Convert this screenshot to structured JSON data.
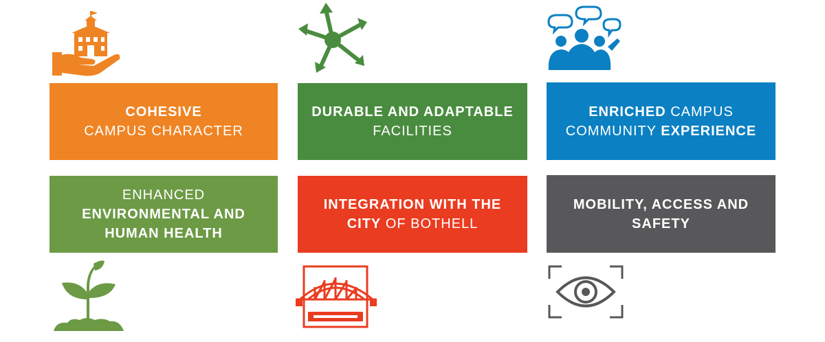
{
  "colors": {
    "orange": "#ef8424",
    "green": "#4a8c3f",
    "blue": "#0b80c3",
    "olive": "#6c9a45",
    "red": "#ea3c20",
    "gray": "#58585a"
  },
  "icons": {
    "campus": "school-in-hand-icon",
    "durable": "arrows-network-icon",
    "community": "people-speech-icon",
    "health": "sprout-icon",
    "city": "bridge-icon",
    "mobility": "eye-icon"
  },
  "tiles": {
    "campus": {
      "l1_bold": "COHESIVE",
      "l2_light": "CAMPUS CHARACTER"
    },
    "durable": {
      "l1_bold": "DURABLE AND ADAPTABLE",
      "l2_light": "FACILITIES"
    },
    "community": {
      "l1_bold": "ENRICHED",
      "l1_light": " CAMPUS",
      "l2_light": "COMMUNITY ",
      "l2_bold": "EXPERIENCE"
    },
    "health": {
      "l1_light": "ENHANCED",
      "l2_bold": "ENVIRONMENTAL AND",
      "l3_bold": "HUMAN HEALTH"
    },
    "city": {
      "l1_bold": "INTEGRATION WITH THE",
      "l2_bold": "CITY",
      "l2_light": " OF BOTHELL"
    },
    "mobility": {
      "l1_bold": "MOBILITY, ACCESS AND",
      "l2_bold": "SAFETY"
    }
  }
}
